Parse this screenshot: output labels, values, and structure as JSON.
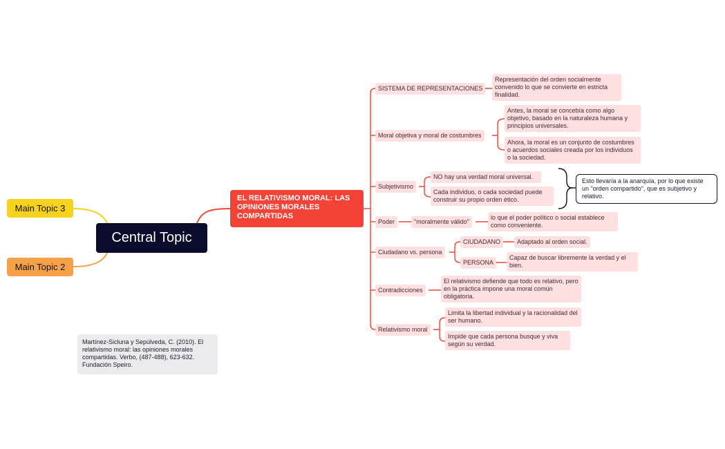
{
  "central": "Central Topic",
  "main_topics": {
    "m3": "Main Topic 3",
    "m2": "Main Topic 2"
  },
  "topic": "EL RELATIVISMO MORAL: LAS OPINIONES MORALES COMPARTIDAS",
  "branches": {
    "sistema": {
      "label": "SISTEMA DE REPRESENTACIONES",
      "leaf": "Representación del orden socialmente convenido lo que se convierte en estricta finalidad."
    },
    "moral": {
      "label": "Moral objetiva y moral de costumbres",
      "leaves": [
        "Antes, la moral se concebía como algo objetivo, basado en la naturaleza humana y principios universales.",
        "Ahora, la moral es un conjunto de costumbres o acuerdos sociales creada por los individuos o la sociedad."
      ]
    },
    "subjetivismo": {
      "label": "Subjetivismo",
      "leaves": [
        "NO hay una verdad moral universal.",
        "Cada individuo, o cada sociedad puede construir su propio orden ético."
      ],
      "callout": "Esto llevaría a la anarquía, por lo que existe un \"orden compartido\", que es subjetivo y relativo."
    },
    "poder": {
      "label": "Poder",
      "mid": "\"moralmente válido\"",
      "leaf": "lo que el poder político o social establece como conveniente."
    },
    "ciudadano": {
      "label": "Ciudadano vs. persona",
      "ciud": "CIUDADANO",
      "ciud_leaf": "Adaptado al orden social.",
      "pers": "PERSONA",
      "pers_leaf": "Capaz de buscar libremente la verdad y el bien."
    },
    "contradicciones": {
      "label": "Contradicciones",
      "leaf": "El relativismo defiende que todo es relativo, pero en la práctica impone una moral común obligatoria."
    },
    "relativismo": {
      "label": "Relativismo moral",
      "leaves": [
        "Limita la libertad individual y la racionalidad del ser humano.",
        "Impide que cada persona busque y viva según su verdad."
      ]
    }
  },
  "citation": "Martínez-Sicluna y Sepúlveda, C. (2010). El relativismo moral: las opiniones morales compartidas. Verbo, (487-488), 623-632. Fundación Speiro.",
  "colors": {
    "central": "#0b0c2b",
    "topic": "#f44336",
    "sub": "#fde0df",
    "main3": "#f7d21c",
    "main2": "#f5a14a",
    "line": "#f44336"
  }
}
